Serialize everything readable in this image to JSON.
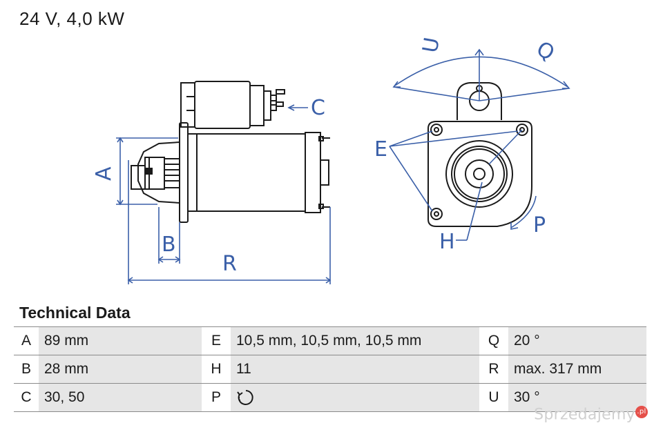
{
  "header": {
    "title": "24 V, 4,0 kW"
  },
  "diagram": {
    "labels": {
      "A": "A",
      "B": "B",
      "C": "C",
      "E": "E",
      "H": "H",
      "P": "P",
      "Q": "Q",
      "R": "R",
      "U": "U"
    }
  },
  "tech": {
    "title": "Technical Data",
    "rows": [
      [
        {
          "label": "A",
          "value": "89 mm"
        },
        {
          "label": "E",
          "value": "10,5 mm, 10,5 mm, 10,5 mm"
        },
        {
          "label": "Q",
          "value": "20 °"
        }
      ],
      [
        {
          "label": "B",
          "value": "28 mm"
        },
        {
          "label": "H",
          "value": "11"
        },
        {
          "label": "R",
          "value": "max. 317 mm"
        }
      ],
      [
        {
          "label": "C",
          "value": "30, 50"
        },
        {
          "label": "P",
          "value": ""
        },
        {
          "label": "U",
          "value": "30 °"
        }
      ]
    ]
  },
  "watermark": {
    "text": "Sprzedajemy",
    "badge": ".pl"
  },
  "colors": {
    "dimension": "#3a5fa8",
    "line": "#1a1a1a",
    "cell": "#e6e6e6"
  }
}
